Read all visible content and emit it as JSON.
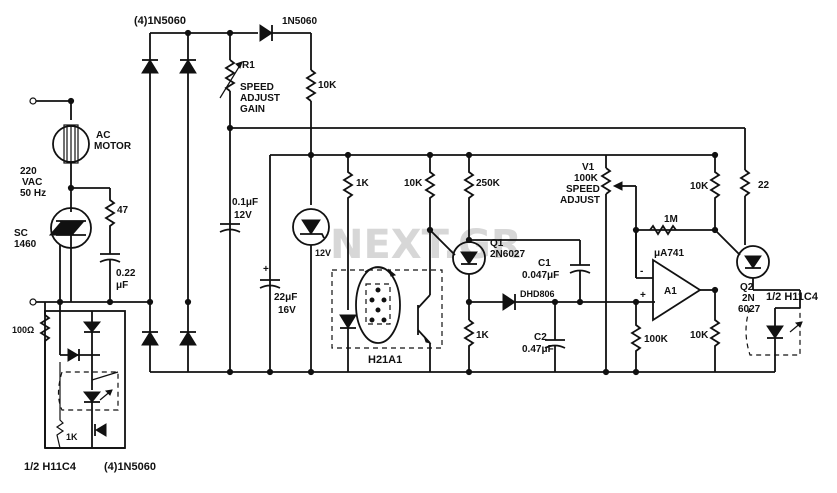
{
  "labels": {
    "diode_bridge_top": "(4)1N5060",
    "diode_top": "1N5060",
    "r1_name": "R1",
    "r1_func1": "SPEED",
    "r1_func2": "ADJUST",
    "r1_func3": "GAIN",
    "r_10k_top": "10K",
    "motor_line1": "AC",
    "motor_line2": "MOTOR",
    "vac_line1": "220",
    "vac_line2": "VAC",
    "vac_line3": "50 Hz",
    "triac_line1": "SC",
    "triac_line2": "1460",
    "r_47": "47",
    "c_022_line1": "0.22",
    "c_022_line2": "μF",
    "r_100": "100Ω",
    "opto_left": "1/2 H11C4",
    "bridge_bottom": "(4)1N5060",
    "r_1k_small": "1K",
    "c_01_line1": "0.1μF",
    "c_01_line2": "12V",
    "c_22_line1": "22μF",
    "c_22_line2": "16V",
    "c_22_plus": "+",
    "zener": "12V",
    "r_1k_a": "1K",
    "r_10k_b": "10K",
    "r_250k": "250K",
    "sensor": "H21A1",
    "q1_line1": "Q1",
    "q1_line2": "2N6027",
    "c1_line1": "C1",
    "c1_line2": "0.047μF",
    "diode_mid": "DHD806",
    "c2_line1": "C2",
    "c2_line2": "0.47μF",
    "r_1k_b": "1K",
    "v1_line1": "V1",
    "v1_line2": "100K",
    "v1_line3": "SPEED",
    "v1_line4": "ADJUST",
    "r_10k_c": "10K",
    "r_1m": "1M",
    "opamp_name": "μA741",
    "opamp_ref": "A1",
    "opamp_minus": "-",
    "opamp_plus": "+",
    "r_100k": "100K",
    "r_10k_d": "10K",
    "r_22": "22",
    "q2_line1": "Q2",
    "q2_line2": "2N",
    "q2_line3": "6027",
    "opto_right": "1/2 H11C4",
    "watermark": "NEXT.GR"
  }
}
